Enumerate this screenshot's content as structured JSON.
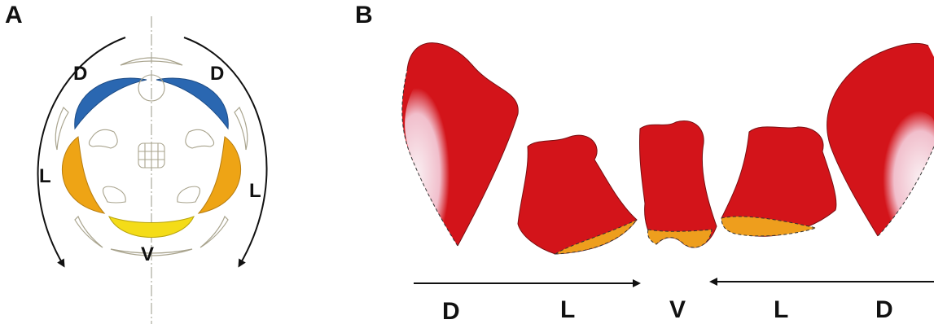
{
  "panel_a": {
    "label": "A",
    "labels": {
      "dorsal_left": "D",
      "dorsal_right": "D",
      "lateral_left": "L",
      "lateral_right": "L",
      "ventral": "V"
    }
  },
  "panel_b": {
    "label": "B",
    "bottom_labels": [
      "D",
      "L",
      "V",
      "L",
      "D"
    ]
  },
  "colors": {
    "dorsal": "#2a67b1",
    "lateral": "#eea415",
    "ventral": "#f4dc18",
    "petal_red": "#d3141a",
    "petal_pale": "#f3c6d0",
    "petal_yellow": "#ee9e1d",
    "outline": "#a9a48e"
  }
}
